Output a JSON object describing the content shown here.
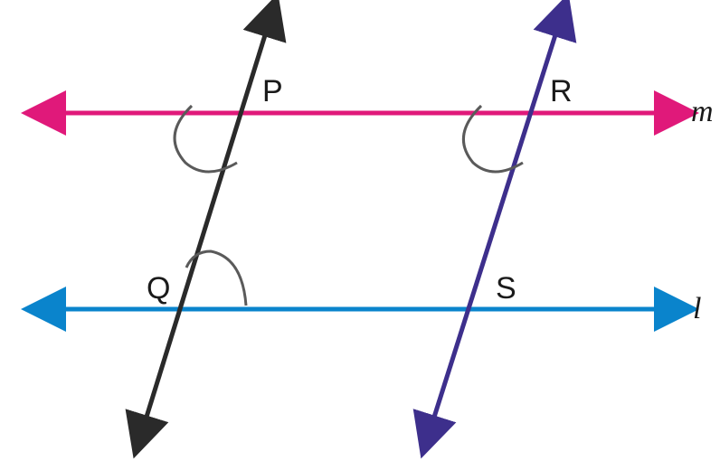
{
  "points": {
    "P": "P",
    "Q": "Q",
    "R": "R",
    "S": "S"
  },
  "lines": {
    "m": "m",
    "l": "l"
  },
  "colors": {
    "line_m": "#e0197a",
    "line_l": "#0a84cc",
    "transversal_pq": "#2a2a2a",
    "transversal_rs": "#3d2f8c",
    "arc": "#5a5a5a"
  }
}
